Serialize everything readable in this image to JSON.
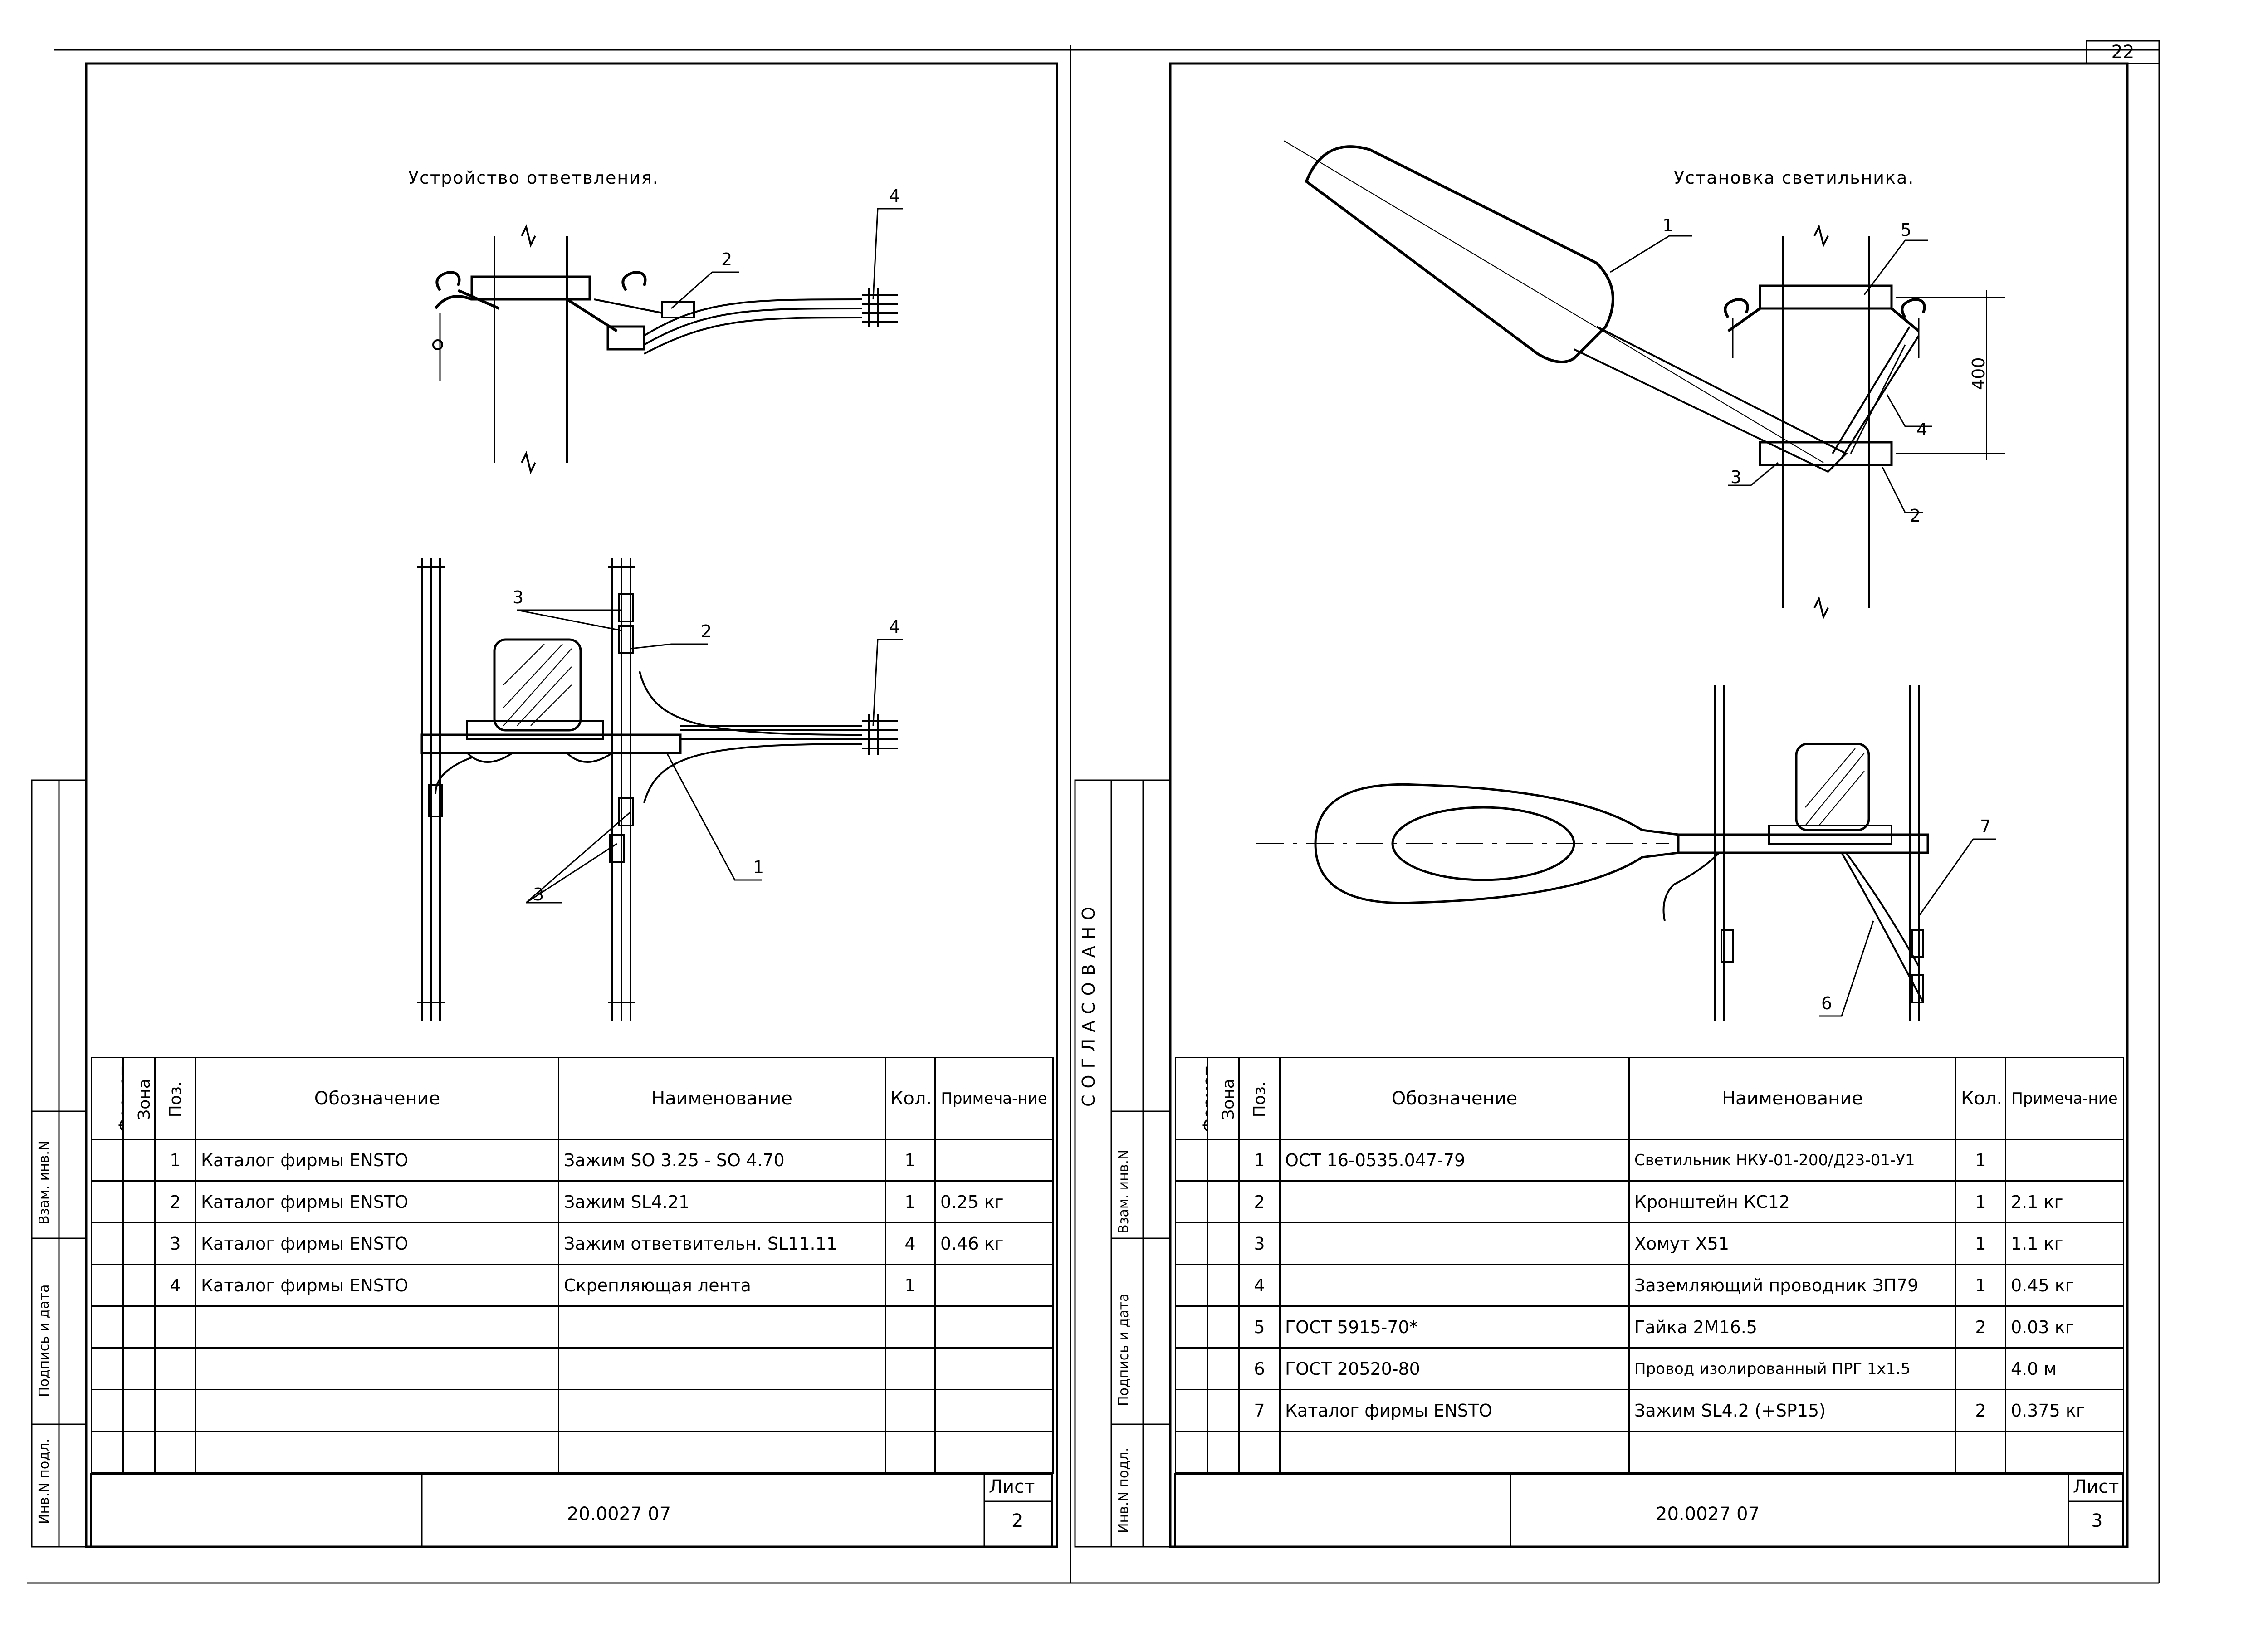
{
  "page": {
    "corner_number": "22"
  },
  "left_sheet": {
    "title": "Устройство ответвления.",
    "callouts": [
      "1",
      "2",
      "3",
      "3",
      "4",
      "2",
      "4"
    ],
    "spec_headers": {
      "format": "Формат",
      "zone": "Зона",
      "pos": "Поз.",
      "designation": "Обозначение",
      "name": "Наименование",
      "qty": "Кол.",
      "note": "Примеча-ние"
    },
    "rows": [
      {
        "pos": "1",
        "designation": "Каталог фирмы ENSTO",
        "name": "Зажим SO 3.25 - SO 4.70",
        "qty": "1",
        "note": ""
      },
      {
        "pos": "2",
        "designation": "Каталог фирмы ENSTO",
        "name": "Зажим SL4.21",
        "qty": "1",
        "note": "0.25 кг"
      },
      {
        "pos": "3",
        "designation": "Каталог фирмы ENSTO",
        "name": "Зажим ответвительн. SL11.11",
        "qty": "4",
        "note": "0.46 кг"
      },
      {
        "pos": "4",
        "designation": "Каталог фирмы ENSTO",
        "name": "Скрепляющая лента",
        "qty": "1",
        "note": ""
      }
    ],
    "doc_code": "20.0027 07",
    "sheet_label": "Лист",
    "sheet_number": "2",
    "side_labels": [
      "Инв.N подл.",
      "Подпись и дата",
      "Взам. инв.N"
    ]
  },
  "right_sheet": {
    "title": "Установка светильника.",
    "dimension": "400",
    "callouts": [
      "1",
      "2",
      "3",
      "4",
      "5",
      "6",
      "7"
    ],
    "agreed": "СОГЛАСОВАНО",
    "spec_headers": {
      "format": "Формат",
      "zone": "Зона",
      "pos": "Поз.",
      "designation": "Обозначение",
      "name": "Наименование",
      "qty": "Кол.",
      "note": "Примеча-ние"
    },
    "rows": [
      {
        "pos": "1",
        "designation": "ОСТ 16-0535.047-79",
        "name": "Светильник НКУ-01-200/Д23-01-У1",
        "qty": "1",
        "note": ""
      },
      {
        "pos": "2",
        "designation": "",
        "name": "Кронштейн КС12",
        "qty": "1",
        "note": "2.1 кг"
      },
      {
        "pos": "3",
        "designation": "",
        "name": "Хомут X51",
        "qty": "1",
        "note": "1.1 кг"
      },
      {
        "pos": "4",
        "designation": "",
        "name": "Заземляющий проводник ЗП79",
        "qty": "1",
        "note": "0.45 кг"
      },
      {
        "pos": "5",
        "designation": "ГОСТ 5915-70*",
        "name": "Гайка 2М16.5",
        "qty": "2",
        "note": "0.03 кг"
      },
      {
        "pos": "6",
        "designation": "ГОСТ 20520-80",
        "name": "Провод изолированный ПРГ 1x1.5",
        "qty": "",
        "note": "4.0 м"
      },
      {
        "pos": "7",
        "designation": "Каталог фирмы ENSTO",
        "name": "Зажим SL4.2 (+SP15)",
        "qty": "2",
        "note": "0.375 кг"
      }
    ],
    "doc_code": "20.0027 07",
    "sheet_label": "Лист",
    "sheet_number": "3",
    "side_labels": [
      "Инв.N подл.",
      "Подпись и дата",
      "Взам. инв.N"
    ]
  }
}
